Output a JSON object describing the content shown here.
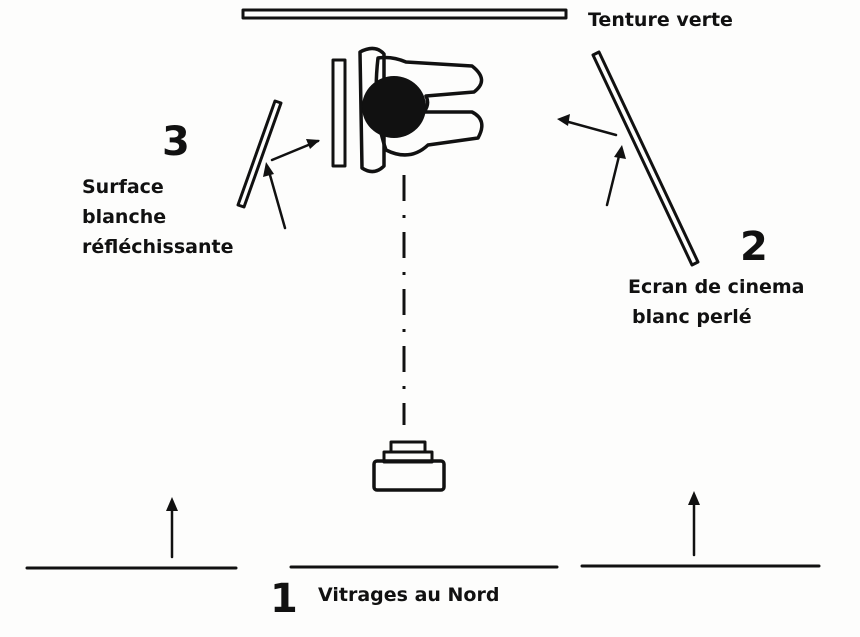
{
  "labels": {
    "green_curtain": "Tenture verte",
    "number_3": "3",
    "white_surface": [
      "Surface",
      "blanche",
      "réfléchissante"
    ],
    "number_2": "2",
    "cinema_screen": [
      "Ecran de cinema",
      "blanc perlé"
    ],
    "number_1": "1",
    "north_windows": "Vitrages au Nord"
  },
  "colors": {
    "ink": "#111111",
    "paper": "#fdfdfc",
    "head": "#111111"
  }
}
